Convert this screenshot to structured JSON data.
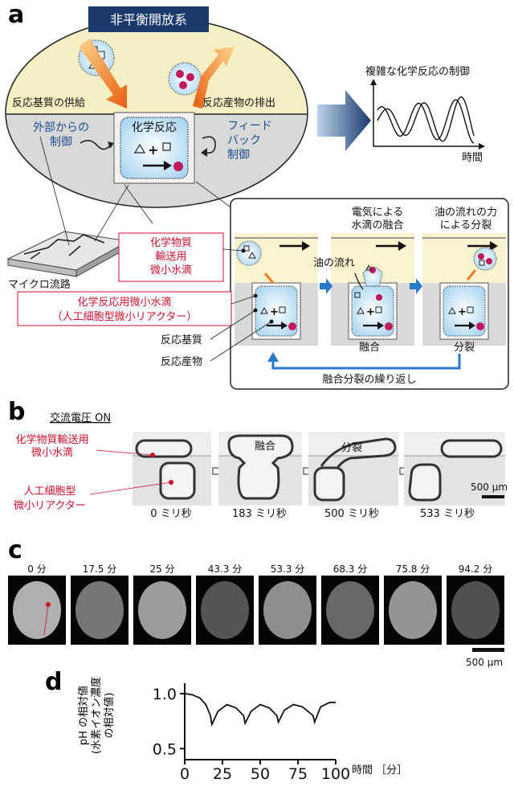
{
  "panel_a": {
    "letter": "a",
    "system_title": "非平衡開放系",
    "supply_label": "反応基質の供給",
    "discharge_label": "反応産物の排出",
    "chem_reaction": "化学反応",
    "external_control": [
      "外部からの",
      "制御"
    ],
    "feedback_control": [
      "フィード",
      "バック",
      "制御"
    ],
    "complex_control": "複雑な化学反応の制御",
    "time_label": "時間",
    "microfluidic_label": "マイクロ流路",
    "transport_droplet": [
      "化学物質",
      "輸送用",
      "微小水滴"
    ],
    "reactor_droplet": [
      "化学反応用微小水滴",
      "（人工細胞型微小リアクター）"
    ],
    "substrate_label": "反応基質",
    "product_label": "反応産物",
    "oil_flow": "油の流れ",
    "electric_fusion": [
      "電気による",
      "水滴の融合"
    ],
    "oil_split": [
      "油の流れの力",
      "による分裂"
    ],
    "fusion": "融合",
    "fission": "分裂",
    "repeat_label": "融合分裂の繰り返し",
    "colors": {
      "navy": "#1a3a6b",
      "cream": "#f6efc4",
      "grey": "#d9d9d9",
      "magenta": "#c2185b",
      "red": "#c8102e",
      "blue": "#2a78c8",
      "orange": "#f07d1a"
    }
  },
  "panel_b": {
    "letter": "b",
    "ac_label": "交流電圧 ON",
    "transport_label": [
      "化学物質輸送用",
      "微小水滴"
    ],
    "reactor_label": [
      "人工細胞型",
      "微小リアクター"
    ],
    "fusion_label": "融合",
    "fission_label": "分裂",
    "scale": "500 μm",
    "frames": [
      "0 ミリ秒",
      "183 ミリ秒",
      "500 ミリ秒",
      "533 ミリ秒"
    ]
  },
  "panel_c": {
    "letter": "c",
    "times": [
      "0 分",
      "17.5 分",
      "25 分",
      "43.3 分",
      "53.3 分",
      "68.3 分",
      "75.8 分",
      "94.2 分"
    ],
    "brightness": [
      0.72,
      0.42,
      0.62,
      0.25,
      0.55,
      0.35,
      0.58,
      0.22
    ],
    "scale": "500 μm"
  },
  "panel_d": {
    "letter": "d",
    "ylabel": [
      "pH の相対値",
      "(水素イオン濃度",
      "の相対値)"
    ],
    "xlabel": "時間 ［分］"
  },
  "chart_data": {
    "type": "line",
    "x": [
      0,
      5,
      10,
      14,
      17,
      18,
      22,
      28,
      34,
      39,
      40,
      44,
      50,
      56,
      61,
      62,
      66,
      72,
      78,
      85,
      86,
      90,
      96,
      100
    ],
    "series": [
      {
        "values": [
          1.0,
          0.99,
          0.96,
          0.9,
          0.8,
          0.72,
          0.84,
          0.9,
          0.87,
          0.8,
          0.73,
          0.84,
          0.9,
          0.87,
          0.8,
          0.74,
          0.85,
          0.9,
          0.88,
          0.8,
          0.74,
          0.88,
          0.92,
          0.92
        ]
      }
    ],
    "xlim": [
      0,
      100
    ],
    "ylim": [
      0.4,
      1.05
    ],
    "xticks": [
      "0",
      "25",
      "50",
      "75",
      "100"
    ],
    "yticks": [
      "0.5",
      "1.0"
    ]
  }
}
